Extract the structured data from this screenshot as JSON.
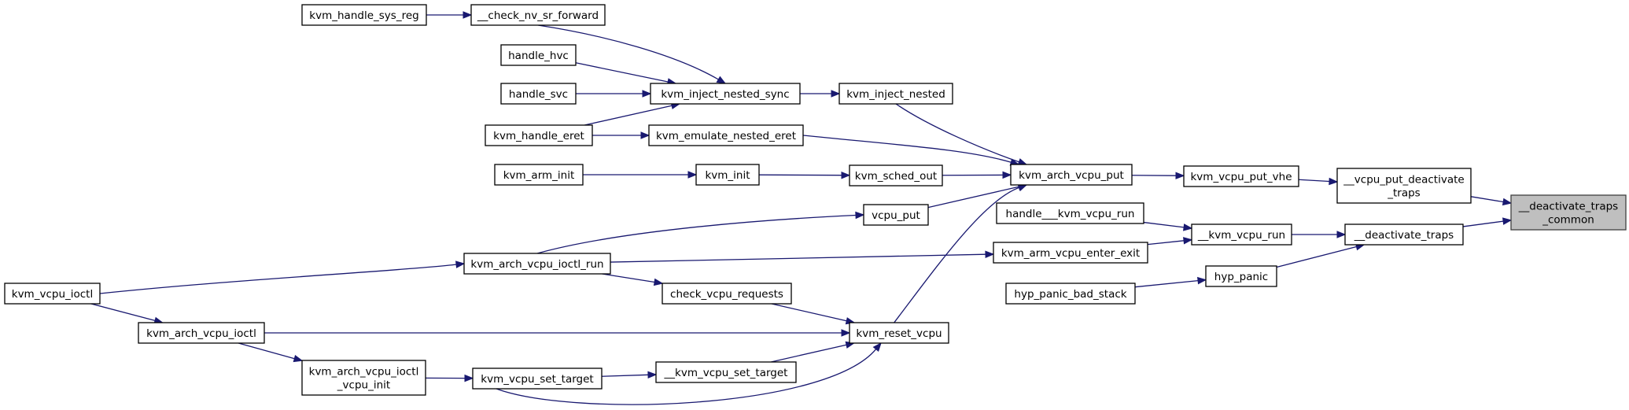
{
  "colors": {
    "edge": "#191970",
    "node_fill": "#ffffff",
    "node_border": "#000000",
    "highlight_fill": "#bfbfbf"
  },
  "nodes": [
    {
      "id": "deactivate_traps_common",
      "lines": [
        "__deactivate_traps",
        "_common"
      ],
      "highlight": true
    },
    {
      "id": "vcpu_put_deactivate_traps",
      "lines": [
        "__vcpu_put_deactivate",
        "_traps"
      ]
    },
    {
      "id": "deactivate_traps",
      "lines": [
        "__deactivate_traps"
      ]
    },
    {
      "id": "kvm_vcpu_put_vhe",
      "lines": [
        "kvm_vcpu_put_vhe"
      ]
    },
    {
      "id": "kvm_vcpu_run",
      "lines": [
        "__kvm_vcpu_run"
      ]
    },
    {
      "id": "hyp_panic",
      "lines": [
        "hyp_panic"
      ]
    },
    {
      "id": "kvm_arch_vcpu_put",
      "lines": [
        "kvm_arch_vcpu_put"
      ]
    },
    {
      "id": "handle_kvm_vcpu_run",
      "lines": [
        "handle___kvm_vcpu_run"
      ]
    },
    {
      "id": "kvm_arm_vcpu_enter_exit",
      "lines": [
        "kvm_arm_vcpu_enter_exit"
      ]
    },
    {
      "id": "hyp_panic_bad_stack",
      "lines": [
        "hyp_panic_bad_stack"
      ]
    },
    {
      "id": "kvm_inject_nested",
      "lines": [
        "kvm_inject_nested"
      ]
    },
    {
      "id": "kvm_sched_out",
      "lines": [
        "kvm_sched_out"
      ]
    },
    {
      "id": "vcpu_put",
      "lines": [
        "vcpu_put"
      ]
    },
    {
      "id": "kvm_reset_vcpu",
      "lines": [
        "kvm_reset_vcpu"
      ]
    },
    {
      "id": "check_vcpu_requests",
      "lines": [
        "check_vcpu_requests"
      ]
    },
    {
      "id": "kvm_vcpu_set_target_internal",
      "lines": [
        "__kvm_vcpu_set_target"
      ]
    },
    {
      "id": "check_nv_sr_forward",
      "lines": [
        "__check_nv_sr_forward"
      ]
    },
    {
      "id": "kvm_inject_nested_sync",
      "lines": [
        "kvm_inject_nested_sync"
      ]
    },
    {
      "id": "kvm_emulate_nested_eret",
      "lines": [
        "kvm_emulate_nested_eret"
      ]
    },
    {
      "id": "kvm_init",
      "lines": [
        "kvm_init"
      ]
    },
    {
      "id": "kvm_arch_vcpu_ioctl_run",
      "lines": [
        "kvm_arch_vcpu_ioctl_run"
      ]
    },
    {
      "id": "kvm_handle_sys_reg",
      "lines": [
        "kvm_handle_sys_reg"
      ]
    },
    {
      "id": "handle_hvc",
      "lines": [
        "handle_hvc"
      ]
    },
    {
      "id": "handle_svc",
      "lines": [
        "handle_svc"
      ]
    },
    {
      "id": "kvm_handle_eret",
      "lines": [
        "kvm_handle_eret"
      ]
    },
    {
      "id": "kvm_arm_init",
      "lines": [
        "kvm_arm_init"
      ]
    },
    {
      "id": "kvm_arch_vcpu_ioctl",
      "lines": [
        "kvm_arch_vcpu_ioctl"
      ]
    },
    {
      "id": "kvm_arch_vcpu_ioctl_vcpu_init",
      "lines": [
        "kvm_arch_vcpu_ioctl",
        "_vcpu_init"
      ]
    },
    {
      "id": "kvm_vcpu_set_target",
      "lines": [
        "kvm_vcpu_set_target"
      ]
    },
    {
      "id": "kvm_vcpu_ioctl",
      "lines": [
        "kvm_vcpu_ioctl"
      ]
    }
  ],
  "edges": [
    [
      "vcpu_put_deactivate_traps",
      "deactivate_traps_common"
    ],
    [
      "deactivate_traps",
      "deactivate_traps_common"
    ],
    [
      "kvm_vcpu_put_vhe",
      "vcpu_put_deactivate_traps"
    ],
    [
      "kvm_vcpu_run",
      "deactivate_traps"
    ],
    [
      "hyp_panic",
      "deactivate_traps"
    ],
    [
      "kvm_arch_vcpu_put",
      "kvm_vcpu_put_vhe"
    ],
    [
      "handle_kvm_vcpu_run",
      "kvm_vcpu_run"
    ],
    [
      "kvm_arm_vcpu_enter_exit",
      "kvm_vcpu_run"
    ],
    [
      "hyp_panic_bad_stack",
      "hyp_panic"
    ],
    [
      "kvm_inject_nested",
      "kvm_arch_vcpu_put"
    ],
    [
      "kvm_emulate_nested_eret",
      "kvm_arch_vcpu_put"
    ],
    [
      "kvm_sched_out",
      "kvm_arch_vcpu_put"
    ],
    [
      "vcpu_put",
      "kvm_arch_vcpu_put"
    ],
    [
      "kvm_reset_vcpu",
      "kvm_arch_vcpu_put"
    ],
    [
      "kvm_inject_nested_sync",
      "kvm_inject_nested"
    ],
    [
      "check_nv_sr_forward",
      "kvm_inject_nested_sync"
    ],
    [
      "handle_hvc",
      "kvm_inject_nested_sync"
    ],
    [
      "handle_svc",
      "kvm_inject_nested_sync"
    ],
    [
      "kvm_handle_eret",
      "kvm_inject_nested_sync"
    ],
    [
      "kvm_handle_sys_reg",
      "check_nv_sr_forward"
    ],
    [
      "kvm_handle_eret",
      "kvm_emulate_nested_eret"
    ],
    [
      "kvm_init",
      "kvm_sched_out"
    ],
    [
      "kvm_arm_init",
      "kvm_init"
    ],
    [
      "kvm_arch_vcpu_ioctl_run",
      "vcpu_put"
    ],
    [
      "kvm_arch_vcpu_ioctl_run",
      "kvm_arm_vcpu_enter_exit"
    ],
    [
      "kvm_arch_vcpu_ioctl_run",
      "check_vcpu_requests"
    ],
    [
      "kvm_vcpu_ioctl",
      "kvm_arch_vcpu_ioctl_run"
    ],
    [
      "check_vcpu_requests",
      "kvm_reset_vcpu"
    ],
    [
      "kvm_arch_vcpu_ioctl",
      "kvm_reset_vcpu"
    ],
    [
      "kvm_vcpu_set_target_internal",
      "kvm_reset_vcpu"
    ],
    [
      "kvm_vcpu_set_target",
      "kvm_reset_vcpu"
    ],
    [
      "kvm_vcpu_set_target",
      "kvm_vcpu_set_target_internal"
    ],
    [
      "kvm_arch_vcpu_ioctl_vcpu_init",
      "kvm_vcpu_set_target"
    ],
    [
      "kvm_arch_vcpu_ioctl",
      "kvm_arch_vcpu_ioctl_vcpu_init"
    ],
    [
      "kvm_vcpu_ioctl",
      "kvm_arch_vcpu_ioctl"
    ]
  ]
}
